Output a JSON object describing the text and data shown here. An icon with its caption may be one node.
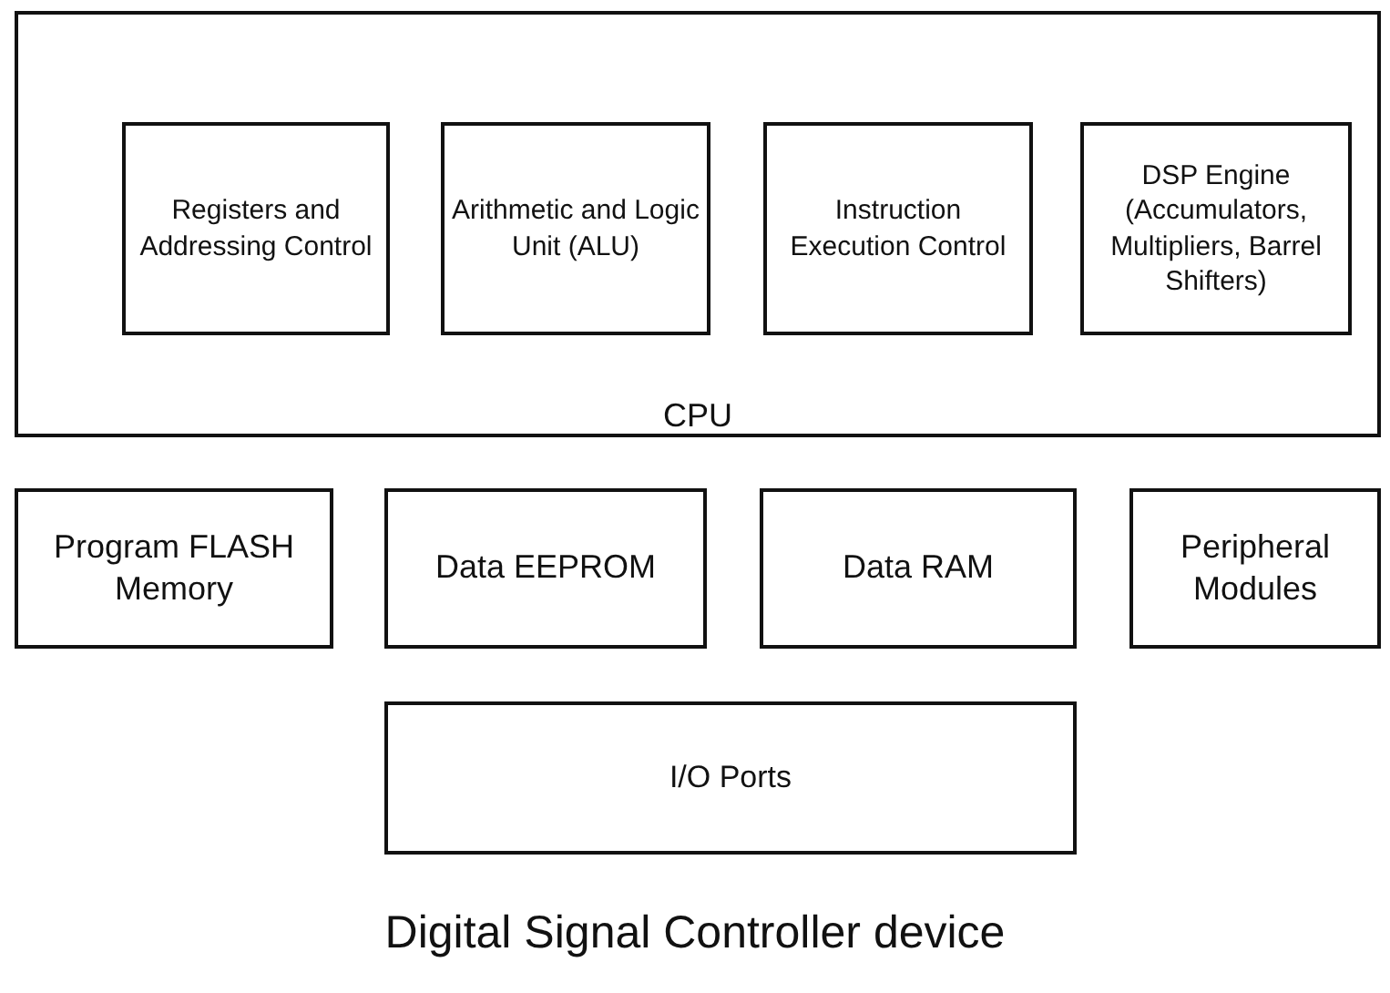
{
  "diagram": {
    "caption": "Digital Signal Controller device",
    "nodes": [
      {
        "text": [
          "CPU"
        ]
      },
      {
        "text": [
          "Registers and Addressing Control"
        ],
        "in": 0
      },
      {
        "text": [
          "Arithmetic and Logic Unit (ALU)"
        ],
        "in": 0
      },
      {
        "text": [
          "Instruction Execution Control"
        ],
        "in": 0
      },
      {
        "text": [
          "DSP Engine (Accumulators, Multipliers, Barrel Shifters)"
        ],
        "in": 0
      },
      {
        "text": [
          "Program FLASH Memory"
        ]
      },
      {
        "text": [
          "Data EEPROM"
        ]
      },
      {
        "text": [
          "Data RAM"
        ]
      },
      {
        "text": [
          "Peripheral Modules"
        ]
      },
      {
        "text": [
          "I/O Ports"
        ]
      }
    ]
  }
}
